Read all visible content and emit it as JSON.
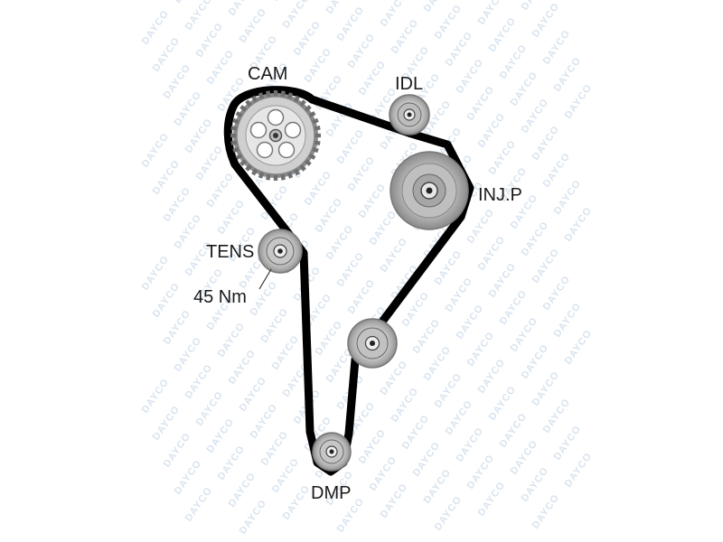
{
  "labels": {
    "cam": "CAM",
    "idl": "IDL",
    "inj_p": "INJ.P",
    "tens": "TENS",
    "torque": "45 Nm",
    "dmp": "DMP"
  },
  "watermark": {
    "text": "DAYCO",
    "color": "#b9cde2"
  },
  "colors": {
    "belt": "#000000",
    "pulley_outer": "#a0a0a0",
    "pulley_mid": "#d2d2d2",
    "hub": "#2b2b2b"
  }
}
